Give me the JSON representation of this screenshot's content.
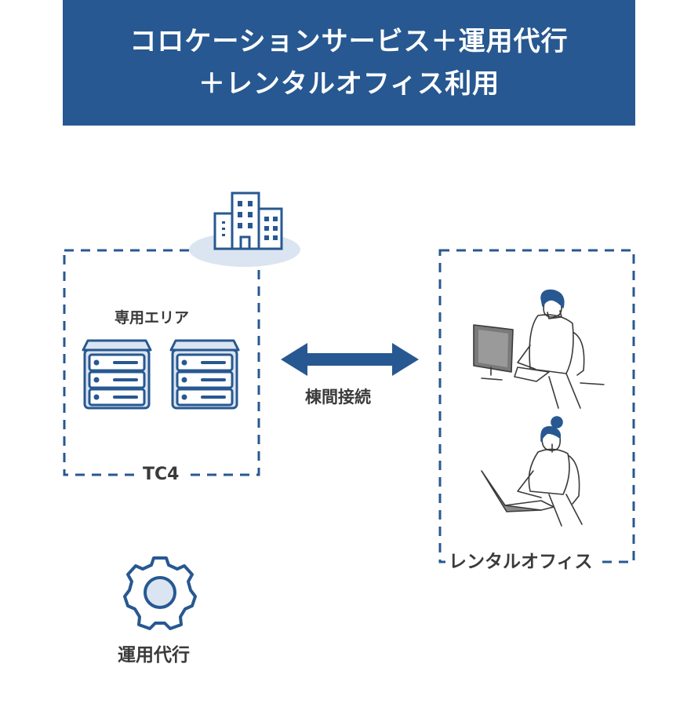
{
  "header": {
    "title_line1": "コロケーションサービス＋運用代行",
    "title_line2": "＋レンタルオフィス利用"
  },
  "datacenter": {
    "area_label": "専用エリア",
    "name": "TC4"
  },
  "connection": {
    "label": "棟間接続"
  },
  "office": {
    "name": "レンタルオフィス"
  },
  "operation": {
    "label": "運用代行"
  },
  "colors": {
    "primary": "#275891",
    "light": "#dbe5f1",
    "text": "#3a3a3a"
  },
  "icons": [
    "building-icon",
    "server-icon",
    "double-arrow-icon",
    "person-desktop-icon",
    "person-laptop-icon",
    "gear-icon"
  ]
}
